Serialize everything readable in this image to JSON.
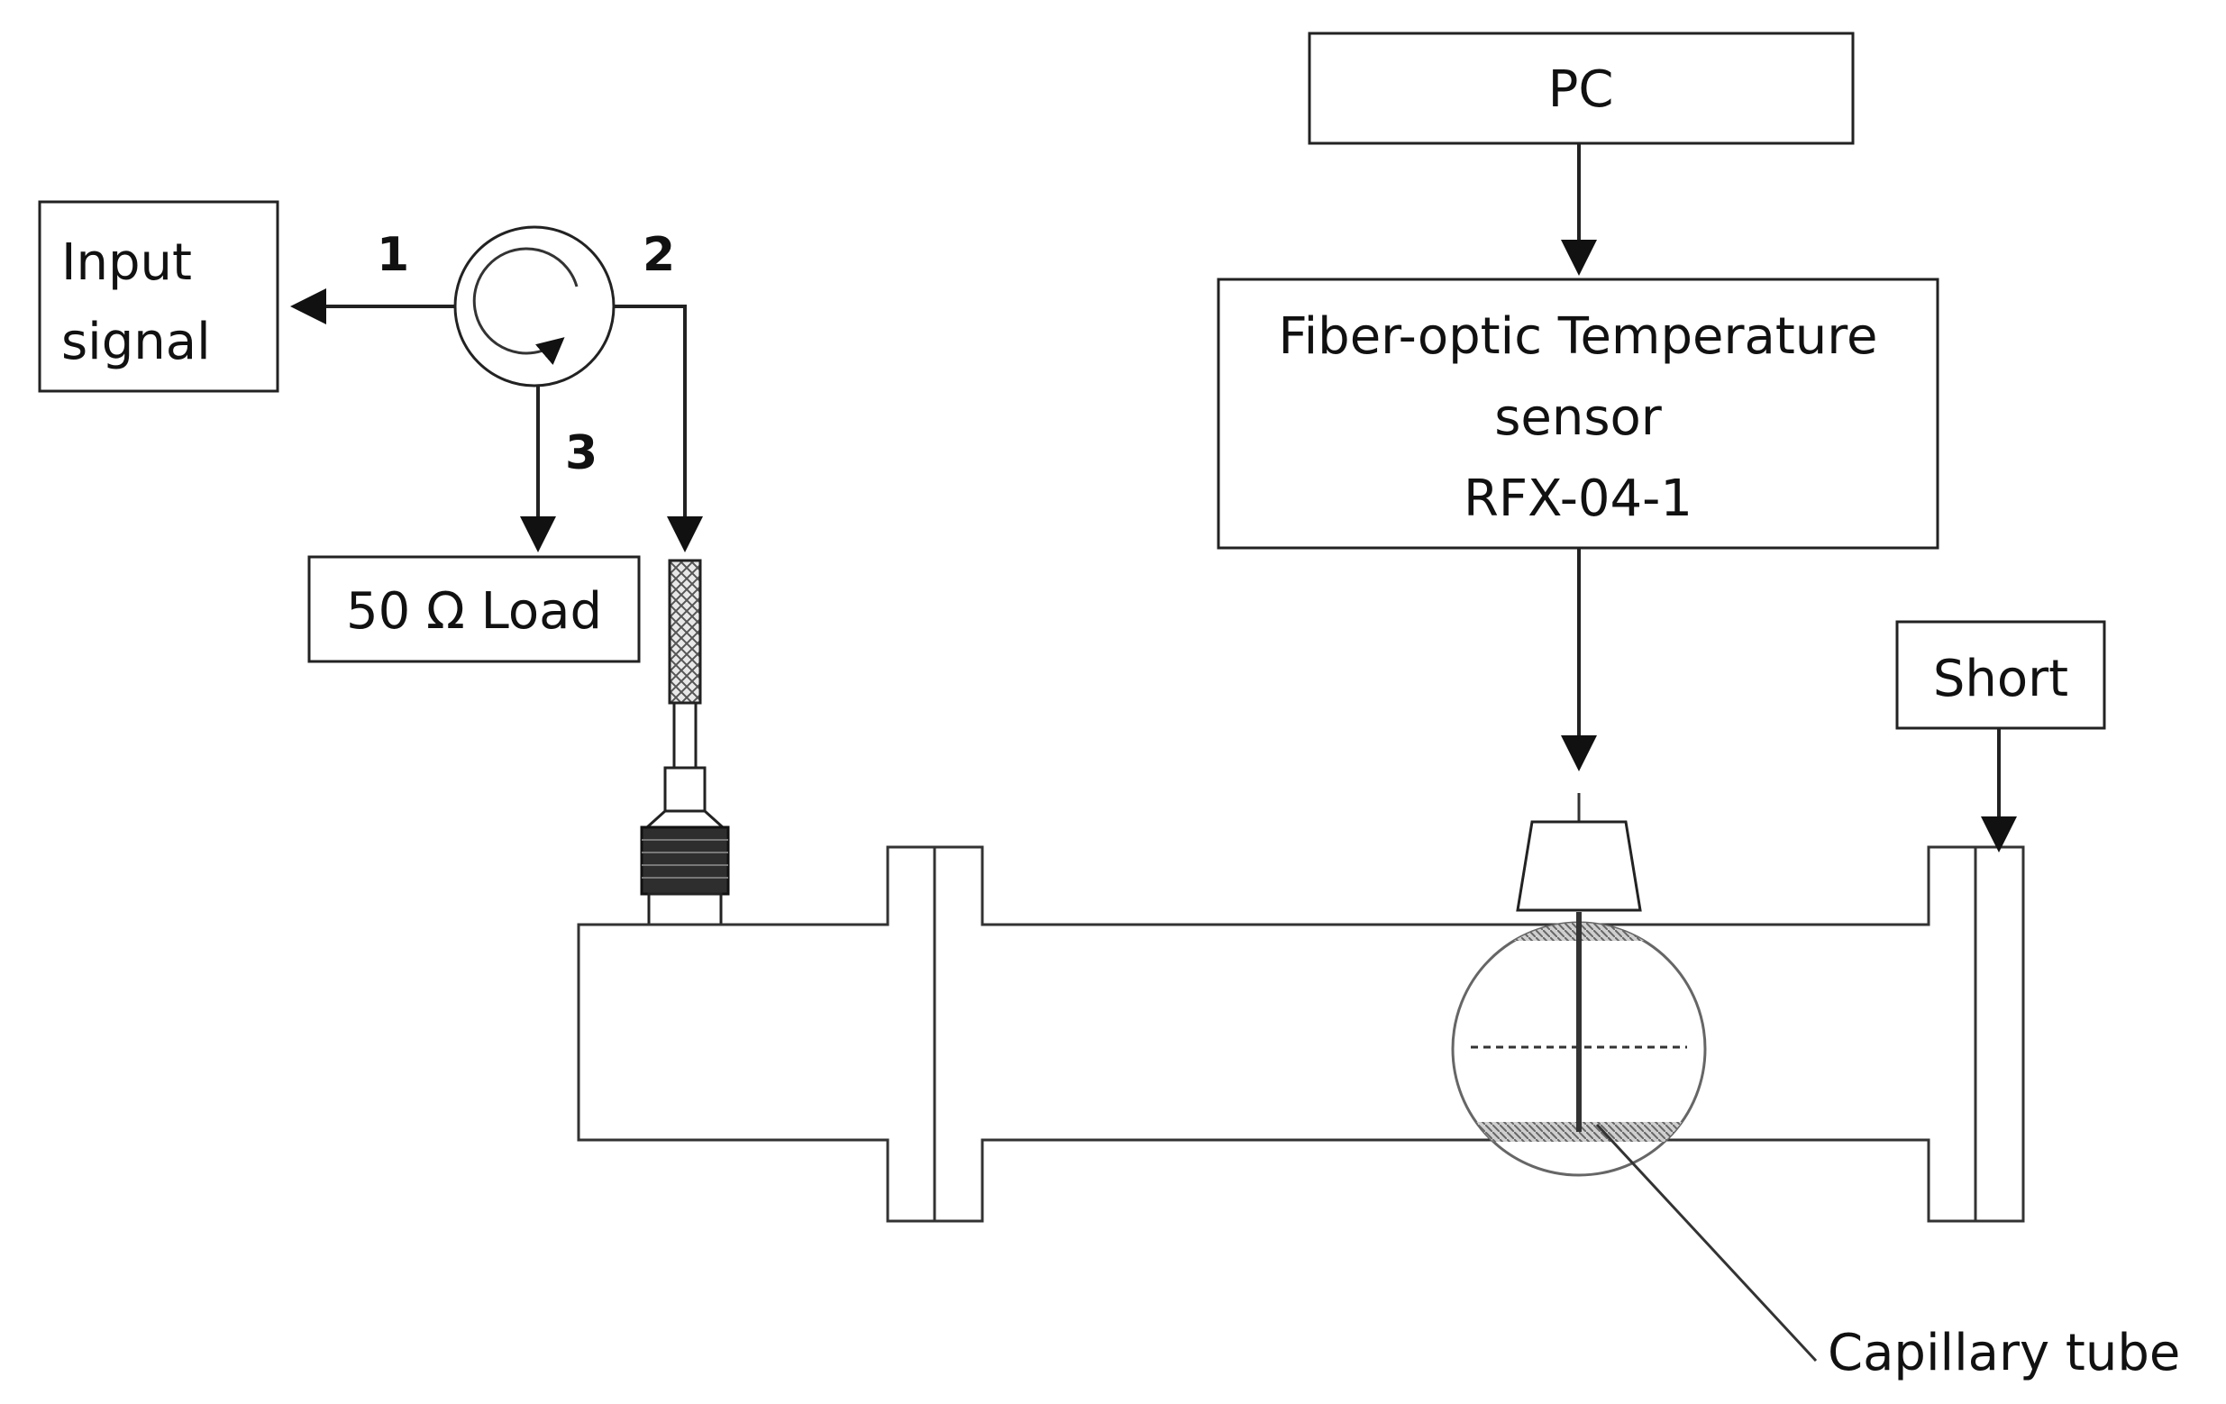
{
  "labels": {
    "pc": "PC",
    "sensor_line1": "Fiber-optic Temperature",
    "sensor_line2": "sensor",
    "sensor_line3": "RFX-04-1",
    "input_line1": "Input",
    "input_line2": "signal",
    "load": "50 Ω Load",
    "short": "Short",
    "capillary": "Capillary tube"
  },
  "ports": {
    "p1": "1",
    "p2": "2",
    "p3": "3"
  }
}
